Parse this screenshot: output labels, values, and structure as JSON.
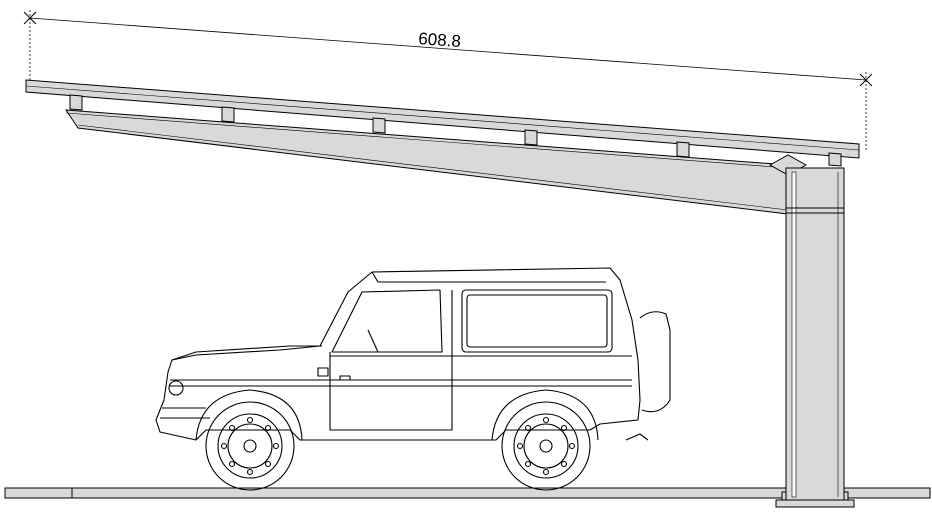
{
  "drawing": {
    "dimension_label": "608.8"
  },
  "colors": {
    "line": "#000000",
    "fill_gray": "#d9d9d9",
    "fill_white": "#ffffff"
  },
  "icons": {
    "car": "suv-side-view",
    "structure": "cantilever-carport"
  }
}
